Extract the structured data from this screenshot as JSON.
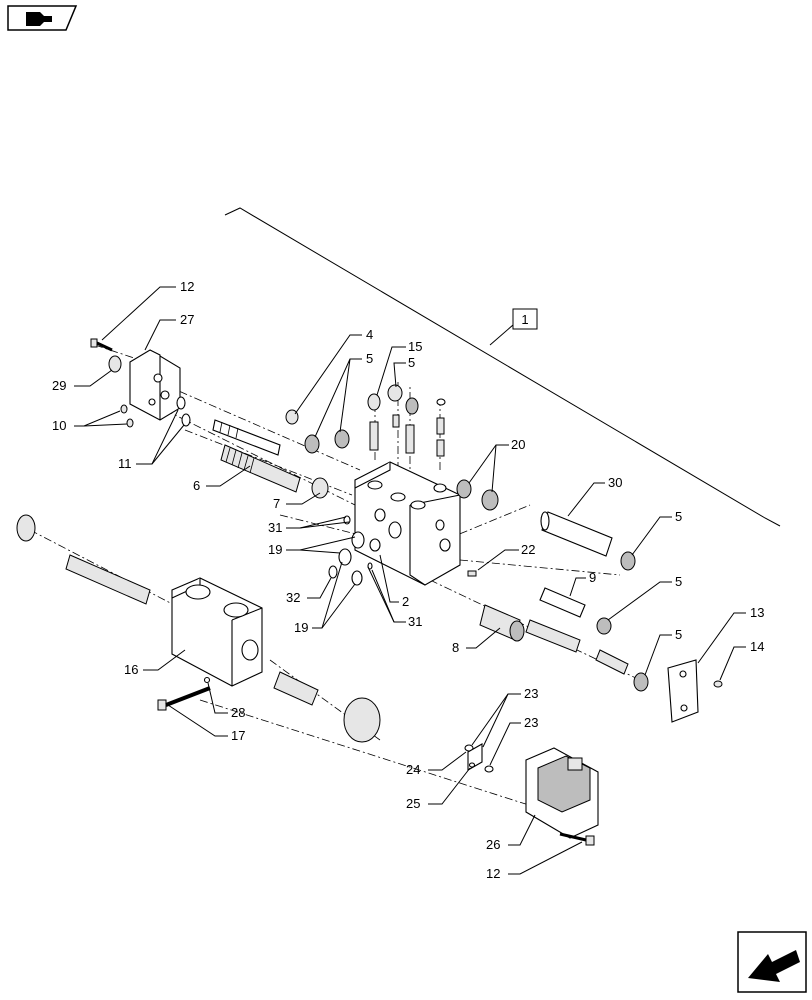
{
  "diagram": {
    "assembly_label": "1",
    "callouts": [
      {
        "id": "c12a",
        "text": "12"
      },
      {
        "id": "c27",
        "text": "27"
      },
      {
        "id": "c29",
        "text": "29"
      },
      {
        "id": "c10",
        "text": "10"
      },
      {
        "id": "c11",
        "text": "11"
      },
      {
        "id": "c6",
        "text": "6"
      },
      {
        "id": "c4",
        "text": "4"
      },
      {
        "id": "c5a",
        "text": "5"
      },
      {
        "id": "c15",
        "text": "15"
      },
      {
        "id": "c5b",
        "text": "5"
      },
      {
        "id": "c20",
        "text": "20"
      },
      {
        "id": "c7",
        "text": "7"
      },
      {
        "id": "c31a",
        "text": "31"
      },
      {
        "id": "c19a",
        "text": "19"
      },
      {
        "id": "c30",
        "text": "30"
      },
      {
        "id": "c5c",
        "text": "5"
      },
      {
        "id": "c22",
        "text": "22"
      },
      {
        "id": "c32",
        "text": "32"
      },
      {
        "id": "c2",
        "text": "2"
      },
      {
        "id": "c9",
        "text": "9"
      },
      {
        "id": "c5d",
        "text": "5"
      },
      {
        "id": "c31b",
        "text": "31"
      },
      {
        "id": "c19b",
        "text": "19"
      },
      {
        "id": "c8",
        "text": "8"
      },
      {
        "id": "c13",
        "text": "13"
      },
      {
        "id": "c5e",
        "text": "5"
      },
      {
        "id": "c14",
        "text": "14"
      },
      {
        "id": "c16",
        "text": "16"
      },
      {
        "id": "c28",
        "text": "28"
      },
      {
        "id": "c17",
        "text": "17"
      },
      {
        "id": "c23a",
        "text": "23"
      },
      {
        "id": "c23b",
        "text": "23"
      },
      {
        "id": "c24",
        "text": "24"
      },
      {
        "id": "c25",
        "text": "25"
      },
      {
        "id": "c26",
        "text": "26"
      },
      {
        "id": "c12b",
        "text": "12"
      }
    ]
  }
}
